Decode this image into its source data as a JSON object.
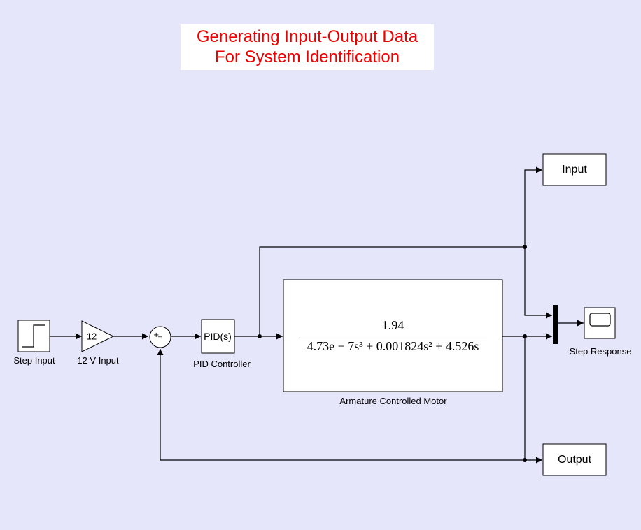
{
  "title": {
    "line1": "Generating Input-Output Data",
    "line2": "For System Identification"
  },
  "blocks": {
    "step_input": {
      "label": "Step Input"
    },
    "gain": {
      "value": "12",
      "label": "12 V Input"
    },
    "sum": {
      "signs": [
        "+",
        "_"
      ]
    },
    "pid": {
      "text": "PID(s)",
      "label": "PID Controller"
    },
    "motor": {
      "numerator": "1.94",
      "denominator": "4.73e − 7s³ + 0.001824s² + 4.526s",
      "label": "Armature Controlled Motor"
    },
    "mux": {},
    "scope": {
      "label": "Step Response"
    },
    "input_port": {
      "text": "Input"
    },
    "output_port": {
      "text": "Output"
    }
  },
  "colors": {
    "background": "#e6e6fa",
    "title": "#ee0000",
    "line": "#000000",
    "block_fill": "#ffffff"
  }
}
